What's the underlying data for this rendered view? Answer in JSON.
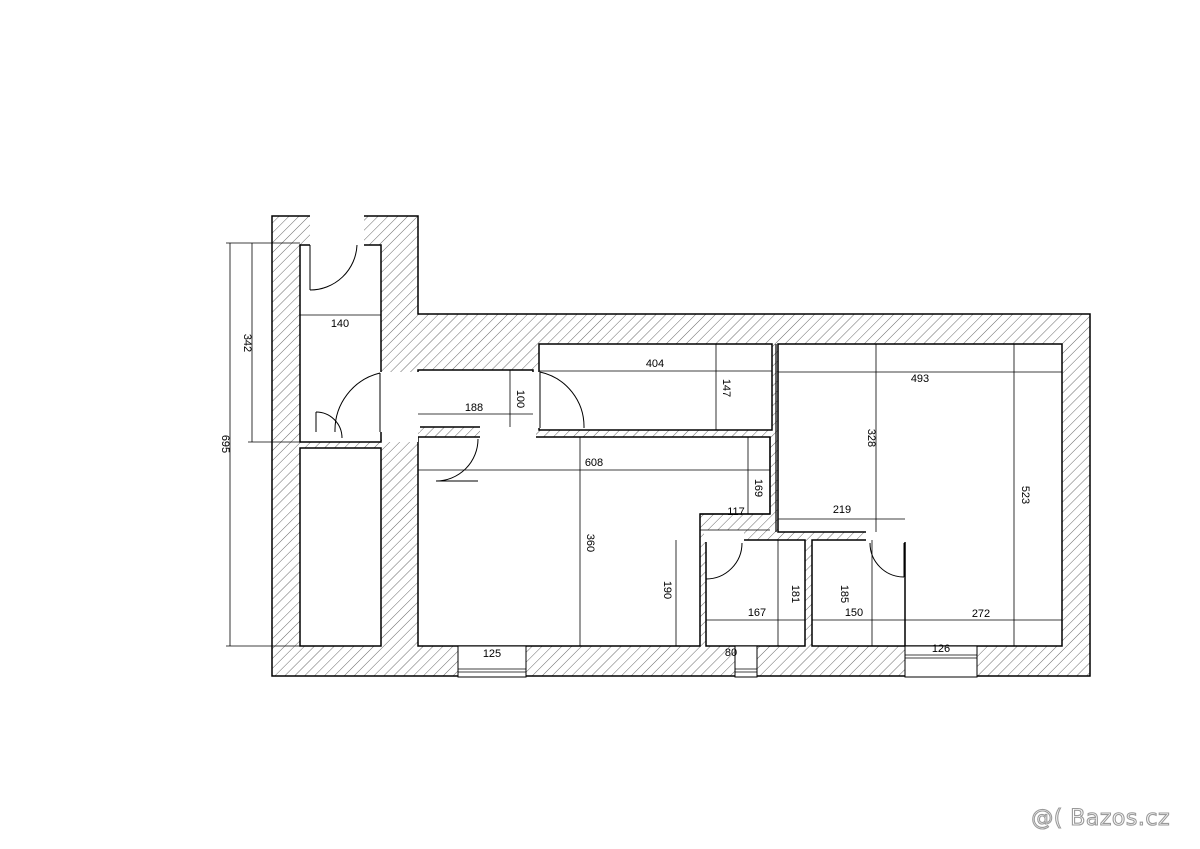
{
  "watermark": "@( Bazos.cz",
  "dimensions": {
    "total_height": "695",
    "entry_height": "342",
    "hall_width": "140",
    "storage_width": "188",
    "storage_depth": "100",
    "kitchen_width": "404",
    "kitchen_depth": "147",
    "living_width": "608",
    "living_depth": "360",
    "living_notch": "169",
    "notch_width": "117",
    "bath_door_depth": "190",
    "window_living": "125",
    "bath_width": "167",
    "bath_depth": "181",
    "window_bath": "80",
    "wc_width": "150",
    "wc_depth": "185",
    "bedroom_width": "493",
    "bedroom_depth": "328",
    "bedroom_full_depth": "523",
    "bedroom_step": "219",
    "bedroom_lower_width": "272",
    "window_bedroom": "126"
  }
}
